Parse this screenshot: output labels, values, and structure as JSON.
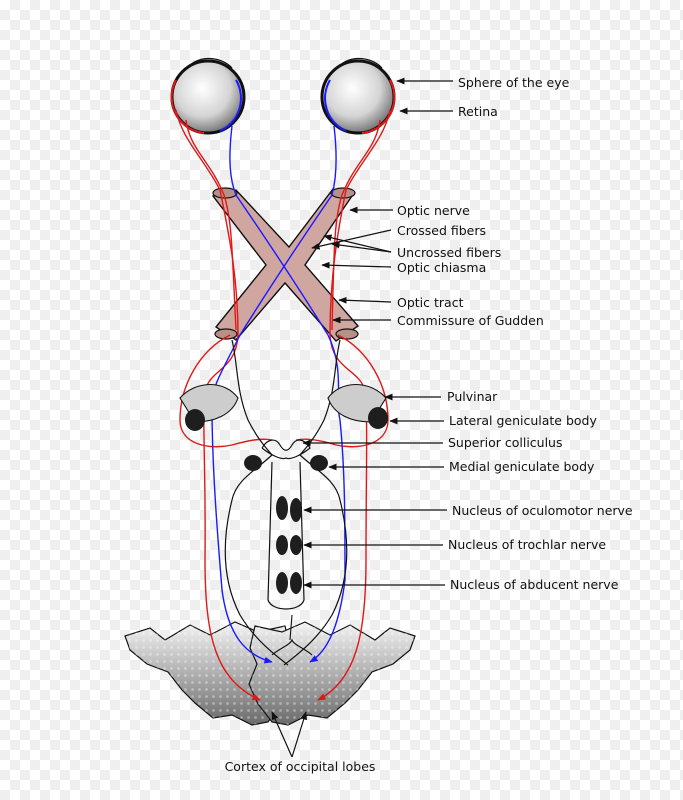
{
  "labels": {
    "sphere_of_eye": "Sphere of the eye",
    "retina": "Retina",
    "optic_nerve": "Optic nerve",
    "crossed_fibers": "Crossed fibers",
    "uncrossed_fibers": "Uncrossed fibers",
    "optic_chiasma": "Optic chiasma",
    "optic_tract": "Optic tract",
    "commissure_of_gudden": "Commissure of Gudden",
    "pulvinar": "Pulvinar",
    "lateral_geniculate_body": "Lateral geniculate body",
    "superior_colliculus": "Superior colliculus",
    "medial_geniculate_body": "Medial geniculate body",
    "nucleus_oculomotor": "Nucleus of oculomotor nerve",
    "nucleus_trochlar": "Nucleus of trochlar nerve",
    "nucleus_abducent": "Nucleus of abducent nerve",
    "cortex_occipital": "Cortex of occipital lobes"
  },
  "colors": {
    "crossed_fiber": "#1a1aff",
    "uncrossed_fiber": "#e01818",
    "chiasma_fill": "#cfa7a0",
    "outline": "#111111",
    "cortex_fill": "#aaaaaa",
    "nucleus_fill": "#1e1e1e",
    "eye_fill": "#d8d8d8",
    "cornea_fill": "#bfe3e3"
  }
}
